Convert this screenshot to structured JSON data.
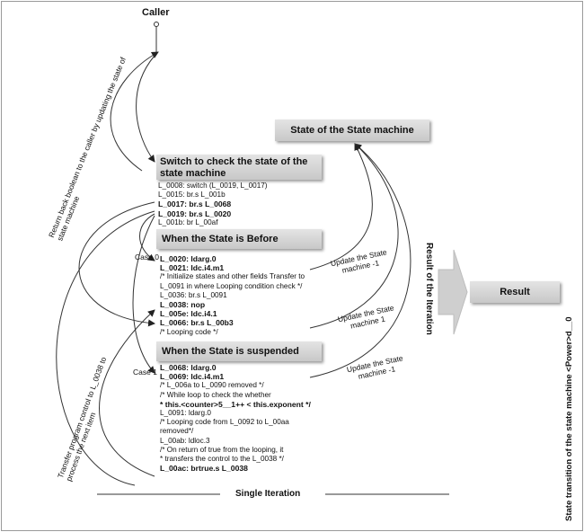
{
  "caller": "Caller",
  "state_box": "State of the State machine",
  "switch_box": "Switch to check the state of the state machine",
  "switch_code": [
    {
      "t": "L_0008: switch (L_0019, L_0017)",
      "b": false
    },
    {
      "t": "L_0015: br.s L_001b",
      "b": false
    },
    {
      "t": "L_0017: br.s L_0068",
      "b": true
    },
    {
      "t": "L_0019: br.s L_0020",
      "b": true
    },
    {
      "t": "L_001b: br L_00af",
      "b": false
    }
  ],
  "before_box": "When the State is Before",
  "before_code": [
    {
      "t": "L_0020: ldarg.0",
      "b": true
    },
    {
      "t": "L_0021: ldc.i4.m1",
      "b": true
    },
    {
      "t": "/* Initialize states and other fields Transfer to",
      "b": false
    },
    {
      "t": "   L_0091 in where Looping condition check */",
      "b": false
    },
    {
      "t": "L_0036: br.s L_0091",
      "b": false
    },
    {
      "t": "L_0038: nop",
      "b": true
    },
    {
      "t": "L_005e: ldc.i4.1",
      "b": true
    },
    {
      "t": "L_0066: br.s L_00b3",
      "b": true
    },
    {
      "t": "/* Looping code */",
      "b": false
    }
  ],
  "suspended_box": "When the State is suspended",
  "suspended_code": [
    {
      "t": "L_0068: ldarg.0",
      "b": true
    },
    {
      "t": "L_0069: ldc.i4.m1",
      "b": true
    },
    {
      "t": "/* L_006a to L_0090 removed */",
      "b": false
    },
    {
      "t": "/* While loop to check the whether",
      "b": false
    },
    {
      "t": "  * this.<counter>5__1++ < this.exponent */",
      "b": true
    },
    {
      "t": "L_0091: ldarg.0",
      "b": false
    },
    {
      "t": "/* Looping code from L_0092 to L_00aa",
      "b": false
    },
    {
      "t": "removed*/",
      "b": false
    },
    {
      "t": "L_00ab: ldloc.3",
      "b": false
    },
    {
      "t": "/* On return of true from the looping, it",
      "b": false
    },
    {
      "t": "  * transfers the control to the L_0038 */",
      "b": false
    },
    {
      "t": "L_00ac: brtrue.s L_0038",
      "b": true
    }
  ],
  "case0": "Case 0",
  "case1": "Case 1",
  "update1": "Update the State machine -1",
  "update2": "Update the State machine 1",
  "update3": "Update the State machine -1",
  "result": "Result",
  "result_iteration": "Result of the Iteration",
  "return_back": "Return back boolean to the caller by updating the state of state machine",
  "transfer": "Transfer program control to L_0038 to process the next item",
  "single_iteration": "Single Iteration",
  "state_transition": "State transition of the state machine <Power>d__0"
}
